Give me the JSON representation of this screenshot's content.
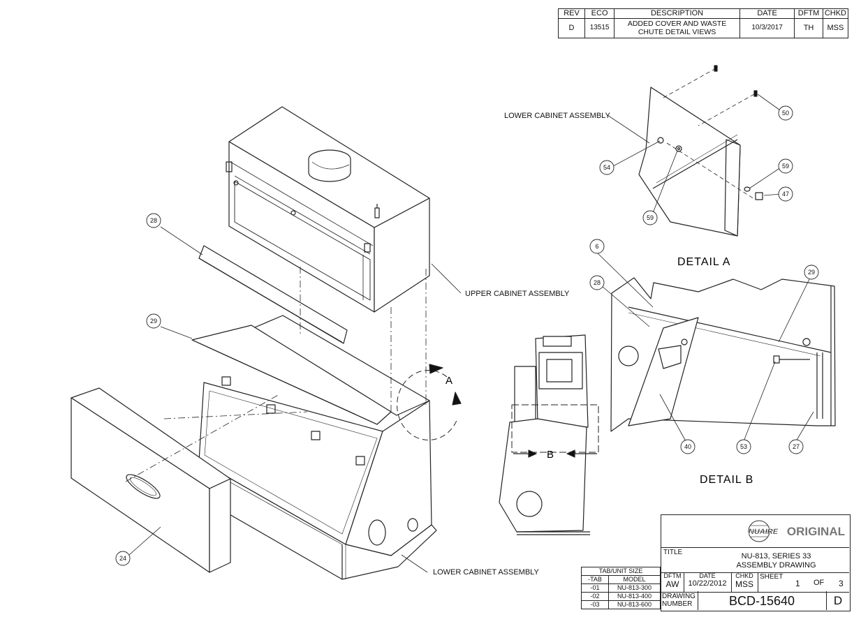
{
  "revision_block": {
    "headers": [
      "REV",
      "ECO",
      "DESCRIPTION",
      "DATE",
      "DFTM",
      "CHKD"
    ],
    "row": [
      "D",
      "13515",
      "ADDED COVER AND WASTE CHUTE DETAIL VIEWS",
      "10/3/2017",
      "TH",
      "MSS"
    ]
  },
  "labels": {
    "lower_cabinet_detail": "LOWER CABINET ASSEMBLY",
    "upper_cabinet": "UPPER CABINET ASSEMBLY",
    "lower_cabinet": "LOWER CABINET ASSEMBLY",
    "section_a": "A",
    "section_b": "B",
    "detail_a": "DETAIL A",
    "detail_b": "DETAIL B"
  },
  "balloons": {
    "b28_main": "28",
    "b29_main": "29",
    "b24": "24",
    "b50": "50",
    "b54": "54",
    "b59_upper": "59",
    "b47": "47",
    "b59_lower": "59",
    "b6": "6",
    "b28_detail": "28",
    "b29_detail": "29",
    "b40": "40",
    "b53": "53",
    "b27": "27"
  },
  "title_block": {
    "brand": "NUAIRE",
    "stamp": "ORIGINAL",
    "title_label": "TITLE",
    "title_line1": "NU-813, SERIES 33",
    "title_line2": "ASSEMBLY DRAWING",
    "dftm_label": "DFTM",
    "dftm_value": "AW",
    "date_label": "DATE",
    "date_value": "10/22/2012",
    "chkd_label": "CHKD",
    "chkd_value": "MSS",
    "sheet_label": "SHEET",
    "sheet_num": "1",
    "of_label": "OF",
    "sheet_total": "3",
    "drawing_label": "DRAWING NUMBER",
    "drawing_number": "BCD-15640",
    "rev": "D"
  },
  "tab_table": {
    "title": "TAB/UNIT SIZE",
    "headers": [
      "-TAB",
      "MODEL"
    ],
    "rows": [
      [
        "-01",
        "NU-813-300"
      ],
      [
        "-02",
        "NU-813-400"
      ],
      [
        "-03",
        "NU-813-600"
      ]
    ]
  }
}
